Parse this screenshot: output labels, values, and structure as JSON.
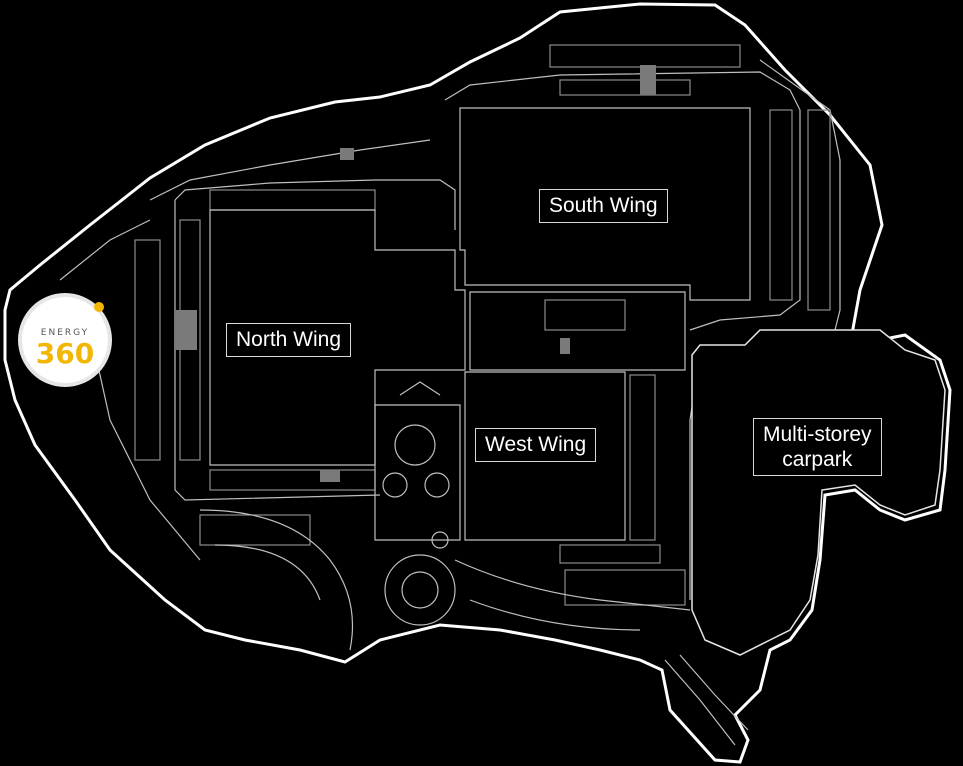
{
  "logo": {
    "top_text": "ENERGY",
    "number": "360",
    "accent": "#f2b705"
  },
  "areas": {
    "south_wing": "South Wing",
    "north_wing": "North Wing",
    "west_wing": "West Wing",
    "carpark_line1": "Multi-storey",
    "carpark_line2": "carpark"
  },
  "colors": {
    "background": "#000000",
    "outline": "#ffffff",
    "linework": "#bfbfbf"
  }
}
